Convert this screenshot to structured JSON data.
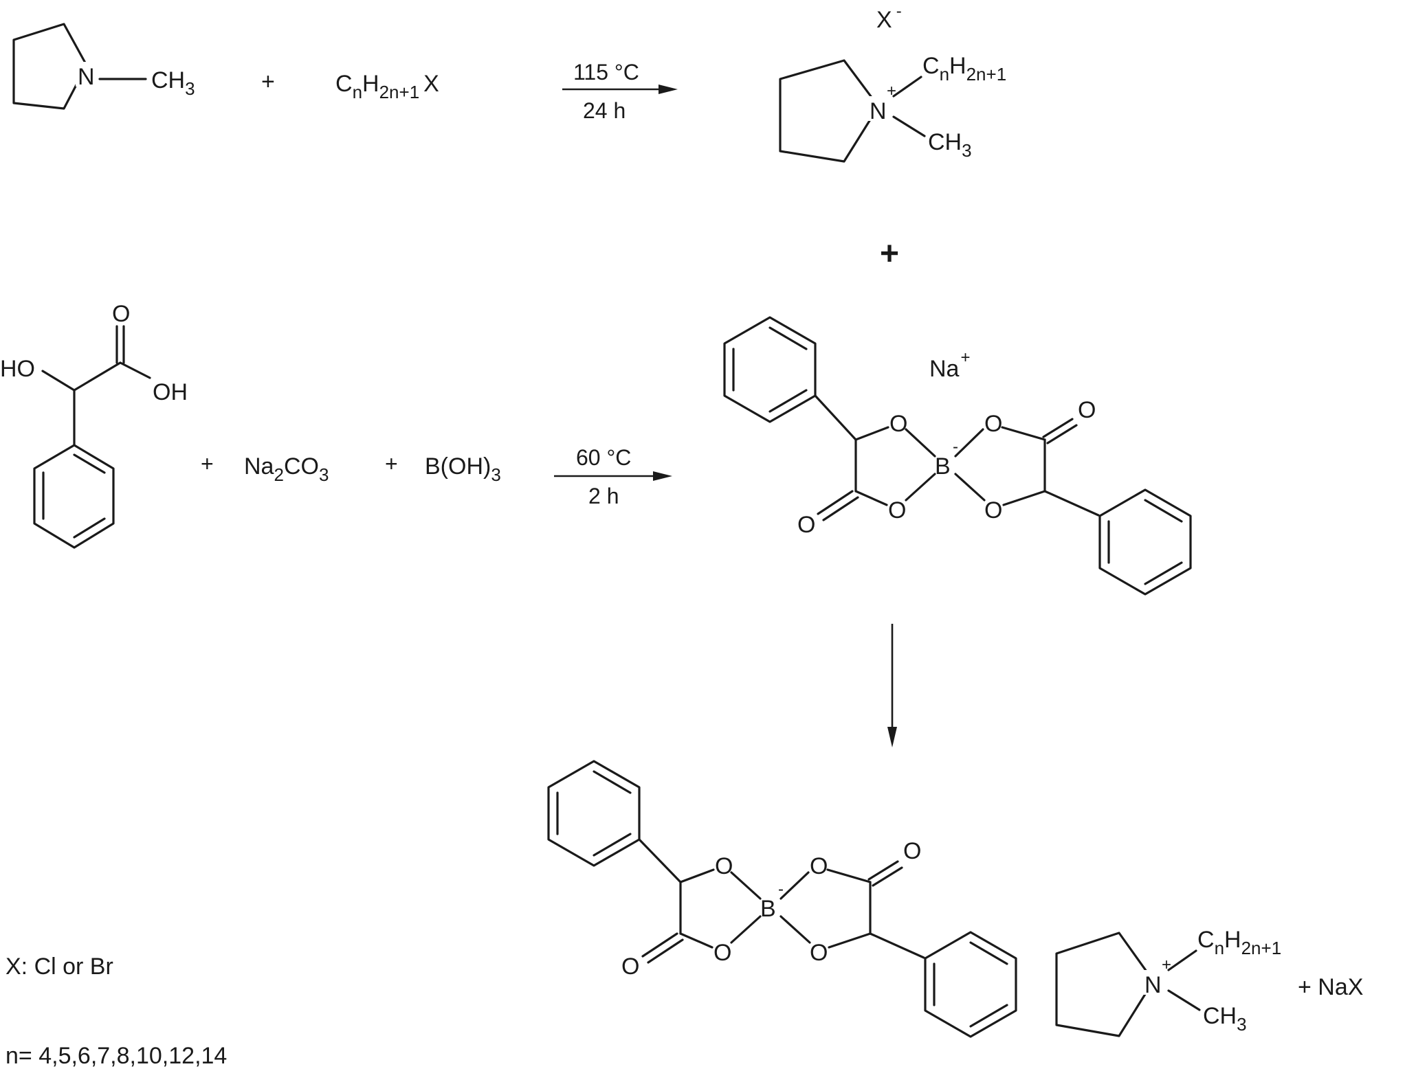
{
  "reaction1": {
    "reactant_amine": {
      "symbol": "N",
      "methyl": "CH",
      "methyl_sub": "3"
    },
    "plus": "+",
    "alkyl_halide": {
      "c": "C",
      "c_sub": "n",
      "h": "H",
      "h_sub": "2n+1",
      "x": "X"
    },
    "conditions": {
      "temperature": "115 °C",
      "time": "24 h"
    },
    "product": {
      "anion": "X",
      "anion_charge": "-",
      "cation_symbol": "N",
      "cation_charge": "+",
      "chain_c": "C",
      "chain_c_sub": "n",
      "chain_h": "H",
      "chain_h_sub": "2n+1",
      "methyl": "CH",
      "methyl_sub": "3"
    }
  },
  "combine_plus": "+",
  "reaction2": {
    "mandelic_acid": {
      "oh_left": "HO",
      "carbonyl_o": "O",
      "oh_right": "OH"
    },
    "plus1": "+",
    "carbonate": {
      "na": "Na",
      "na_sub": "2",
      "co": "CO",
      "co_sub": "3"
    },
    "plus2": "+",
    "boric_acid": {
      "main": "B(OH)",
      "sub": "3"
    },
    "conditions": {
      "temperature": "60 °C",
      "time": "2 h"
    },
    "product": {
      "counterion": "Na",
      "counterion_charge": "+",
      "boron": "B",
      "boron_charge": "-",
      "oxygen": "O"
    }
  },
  "final": {
    "boron": "B",
    "boron_charge": "-",
    "oxygen": "O",
    "cation_symbol": "N",
    "cation_charge": "+",
    "chain_c": "C",
    "chain_c_sub": "n",
    "chain_h": "H",
    "chain_h_sub": "2n+1",
    "methyl": "CH",
    "methyl_sub": "3",
    "byproduct": "+ NaX"
  },
  "notes": {
    "x_definition": "X: Cl or Br",
    "n_definition": "n= 4,5,6,7,8,10,12,14"
  }
}
